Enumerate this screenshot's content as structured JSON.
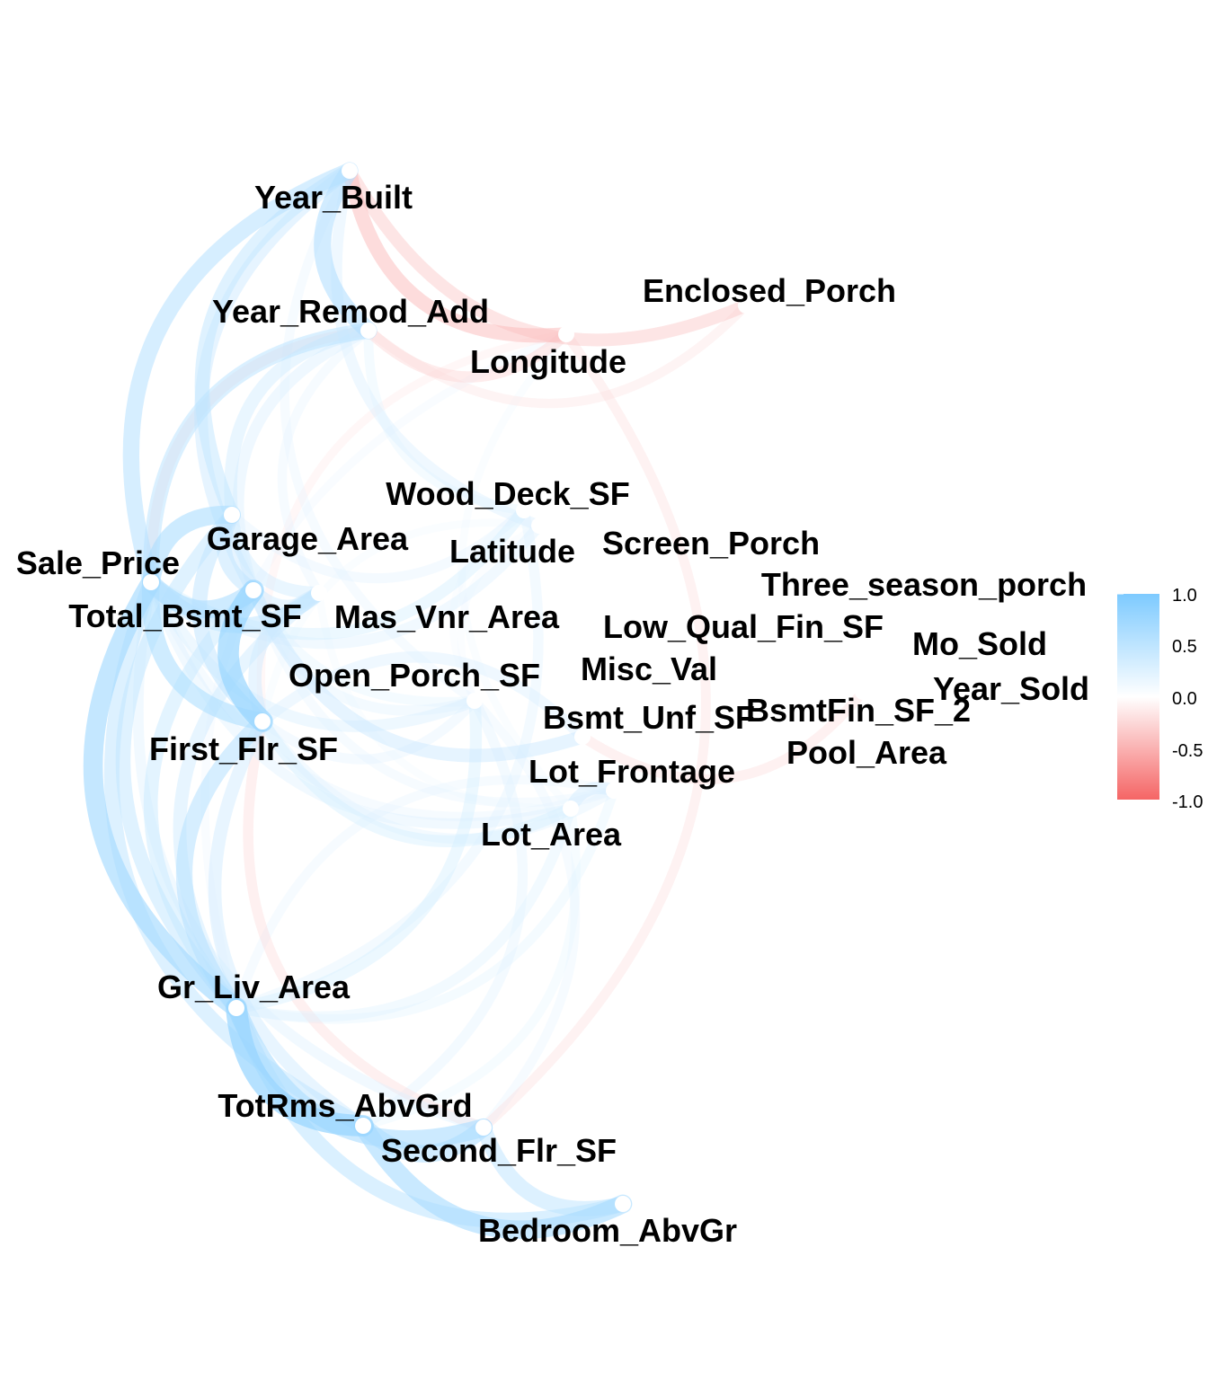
{
  "nodes": [
    {
      "id": "year_built",
      "label": "Year_Built"
    },
    {
      "id": "enclosed_porch",
      "label": "Enclosed_Porch"
    },
    {
      "id": "year_remod_add",
      "label": "Year_Remod_Add"
    },
    {
      "id": "longitude",
      "label": "Longitude"
    },
    {
      "id": "wood_deck_sf",
      "label": "Wood_Deck_SF"
    },
    {
      "id": "garage_area",
      "label": "Garage_Area"
    },
    {
      "id": "latitude",
      "label": "Latitude"
    },
    {
      "id": "screen_porch",
      "label": "Screen_Porch"
    },
    {
      "id": "sale_price",
      "label": "Sale_Price"
    },
    {
      "id": "three_season_porch",
      "label": "Three_season_porch"
    },
    {
      "id": "total_bsmt_sf",
      "label": "Total_Bsmt_SF"
    },
    {
      "id": "mas_vnr_area",
      "label": "Mas_Vnr_Area"
    },
    {
      "id": "low_qual_fin_sf",
      "label": "Low_Qual_Fin_SF"
    },
    {
      "id": "mo_sold",
      "label": "Mo_Sold"
    },
    {
      "id": "misc_val",
      "label": "Misc_Val"
    },
    {
      "id": "open_porch_sf",
      "label": "Open_Porch_SF"
    },
    {
      "id": "year_sold",
      "label": "Year_Sold"
    },
    {
      "id": "bsmtfin_sf_2",
      "label": "BsmtFin_SF_2"
    },
    {
      "id": "bsmt_unf_sf",
      "label": "Bsmt_Unf_SF"
    },
    {
      "id": "first_flr_sf",
      "label": "First_Flr_SF"
    },
    {
      "id": "pool_area",
      "label": "Pool_Area"
    },
    {
      "id": "lot_frontage",
      "label": "Lot_Frontage"
    },
    {
      "id": "lot_area",
      "label": "Lot_Area"
    },
    {
      "id": "gr_liv_area",
      "label": "Gr_Liv_Area"
    },
    {
      "id": "totrms_abvgrd",
      "label": "TotRms_AbvGrd"
    },
    {
      "id": "second_flr_sf",
      "label": "Second_Flr_SF"
    },
    {
      "id": "bedroom_abvgr",
      "label": "Bedroom_AbvGr"
    }
  ],
  "edges": [
    {
      "from": "year_built",
      "to": "enclosed_porch",
      "r": -0.37
    },
    {
      "from": "year_built",
      "to": "longitude",
      "r": -0.45
    },
    {
      "from": "year_remod_add",
      "to": "enclosed_porch",
      "r": -0.2
    },
    {
      "from": "year_remod_add",
      "to": "longitude",
      "r": -0.3
    },
    {
      "from": "year_remod_add",
      "to": "sale_price",
      "r": -0.25
    },
    {
      "from": "year_built",
      "to": "year_remod_add",
      "r": 0.6
    },
    {
      "from": "year_built",
      "to": "garage_area",
      "r": 0.48
    },
    {
      "from": "year_built",
      "to": "total_bsmt_sf",
      "r": 0.41
    },
    {
      "from": "year_built",
      "to": "sale_price",
      "r": 0.56
    },
    {
      "from": "year_built",
      "to": "latitude",
      "r": 0.3
    },
    {
      "from": "year_built",
      "to": "open_porch_sf",
      "r": 0.2
    },
    {
      "from": "year_remod_add",
      "to": "garage_area",
      "r": 0.38
    },
    {
      "from": "year_remod_add",
      "to": "sale_price",
      "r": 0.53
    },
    {
      "from": "year_remod_add",
      "to": "total_bsmt_sf",
      "r": 0.3
    },
    {
      "from": "year_remod_add",
      "to": "wood_deck_sf",
      "r": 0.22
    },
    {
      "from": "year_remod_add",
      "to": "mas_vnr_area",
      "r": 0.2
    },
    {
      "from": "longitude",
      "to": "gr_liv_area",
      "r": 0.15
    },
    {
      "from": "longitude",
      "to": "lot_area",
      "r": 0.12
    },
    {
      "from": "garage_area",
      "to": "sale_price",
      "r": 0.64
    },
    {
      "from": "garage_area",
      "to": "total_bsmt_sf",
      "r": 0.49
    },
    {
      "from": "garage_area",
      "to": "first_flr_sf",
      "r": 0.49
    },
    {
      "from": "garage_area",
      "to": "wood_deck_sf",
      "r": 0.23
    },
    {
      "from": "garage_area",
      "to": "mas_vnr_area",
      "r": 0.37
    },
    {
      "from": "garage_area",
      "to": "gr_liv_area",
      "r": 0.48
    },
    {
      "from": "garage_area",
      "to": "open_porch_sf",
      "r": 0.22
    },
    {
      "from": "sale_price",
      "to": "total_bsmt_sf",
      "r": 0.63
    },
    {
      "from": "sale_price",
      "to": "first_flr_sf",
      "r": 0.62
    },
    {
      "from": "sale_price",
      "to": "gr_liv_area",
      "r": 0.71
    },
    {
      "from": "sale_price",
      "to": "mas_vnr_area",
      "r": 0.5
    },
    {
      "from": "sale_price",
      "to": "totrms_abvgrd",
      "r": 0.5
    },
    {
      "from": "sale_price",
      "to": "open_porch_sf",
      "r": 0.31
    },
    {
      "from": "sale_price",
      "to": "wood_deck_sf",
      "r": 0.33
    },
    {
      "from": "sale_price",
      "to": "lot_frontage",
      "r": 0.2
    },
    {
      "from": "sale_price",
      "to": "second_flr_sf",
      "r": 0.27
    },
    {
      "from": "sale_price",
      "to": "lot_area",
      "r": 0.27
    },
    {
      "from": "sale_price",
      "to": "latitude",
      "r": 0.28
    },
    {
      "from": "total_bsmt_sf",
      "to": "first_flr_sf",
      "r": 0.8
    },
    {
      "from": "total_bsmt_sf",
      "to": "mas_vnr_area",
      "r": 0.4
    },
    {
      "from": "total_bsmt_sf",
      "to": "gr_liv_area",
      "r": 0.44
    },
    {
      "from": "total_bsmt_sf",
      "to": "bsmt_unf_sf",
      "r": 0.41
    },
    {
      "from": "total_bsmt_sf",
      "to": "open_porch_sf",
      "r": 0.25
    },
    {
      "from": "total_bsmt_sf",
      "to": "lot_frontage",
      "r": 0.2
    },
    {
      "from": "mas_vnr_area",
      "to": "first_flr_sf",
      "r": 0.39
    },
    {
      "from": "mas_vnr_area",
      "to": "gr_liv_area",
      "r": 0.4
    },
    {
      "from": "mas_vnr_area",
      "to": "lot_area",
      "r": 0.12
    },
    {
      "from": "first_flr_sf",
      "to": "gr_liv_area",
      "r": 0.56
    },
    {
      "from": "first_flr_sf",
      "to": "totrms_abvgrd",
      "r": 0.39
    },
    {
      "from": "first_flr_sf",
      "to": "lot_frontage",
      "r": 0.25
    },
    {
      "from": "first_flr_sf",
      "to": "lot_area",
      "r": 0.33
    },
    {
      "from": "first_flr_sf",
      "to": "open_porch_sf",
      "r": 0.23
    },
    {
      "from": "first_flr_sf",
      "to": "second_flr_sf",
      "r": -0.25
    },
    {
      "from": "gr_liv_area",
      "to": "totrms_abvgrd",
      "r": 0.81
    },
    {
      "from": "gr_liv_area",
      "to": "second_flr_sf",
      "r": 0.65
    },
    {
      "from": "gr_liv_area",
      "to": "bedroom_abvgr",
      "r": 0.52
    },
    {
      "from": "gr_liv_area",
      "to": "open_porch_sf",
      "r": 0.33
    },
    {
      "from": "gr_liv_area",
      "to": "lot_area",
      "r": 0.26
    },
    {
      "from": "gr_liv_area",
      "to": "lot_frontage",
      "r": 0.22
    },
    {
      "from": "gr_liv_area",
      "to": "wood_deck_sf",
      "r": 0.25
    },
    {
      "from": "totrms_abvgrd",
      "to": "bedroom_abvgr",
      "r": 0.67
    },
    {
      "from": "totrms_abvgrd",
      "to": "second_flr_sf",
      "r": 0.61
    },
    {
      "from": "totrms_abvgrd",
      "to": "lot_area",
      "r": 0.19
    },
    {
      "from": "totrms_abvgrd",
      "to": "open_porch_sf",
      "r": 0.24
    },
    {
      "from": "second_flr_sf",
      "to": "bedroom_abvgr",
      "r": 0.5
    },
    {
      "from": "second_flr_sf",
      "to": "open_porch_sf",
      "r": 0.2
    },
    {
      "from": "second_flr_sf",
      "to": "longitude",
      "r": -0.22
    },
    {
      "from": "bsmt_unf_sf",
      "to": "bsmtfin_sf_2",
      "r": -0.24
    },
    {
      "from": "bsmt_unf_sf",
      "to": "first_flr_sf",
      "r": 0.3
    },
    {
      "from": "lot_frontage",
      "to": "lot_area",
      "r": 0.36
    },
    {
      "from": "lot_frontage",
      "to": "gr_liv_area",
      "r": 0.2
    },
    {
      "from": "wood_deck_sf",
      "to": "open_porch_sf",
      "r": 0.1
    },
    {
      "from": "latitude",
      "to": "open_porch_sf",
      "r": 0.1
    },
    {
      "from": "longitude",
      "to": "first_flr_sf",
      "r": -0.15
    },
    {
      "from": "latitude",
      "to": "first_flr_sf",
      "r": 0.12
    }
  ],
  "legend": {
    "ticks": [
      "1.0",
      "0.5",
      "0.0",
      "-0.5",
      "-1.0"
    ],
    "color_high": "#7dcaff",
    "color_mid": "#ffffff",
    "color_low": "#f56565"
  }
}
